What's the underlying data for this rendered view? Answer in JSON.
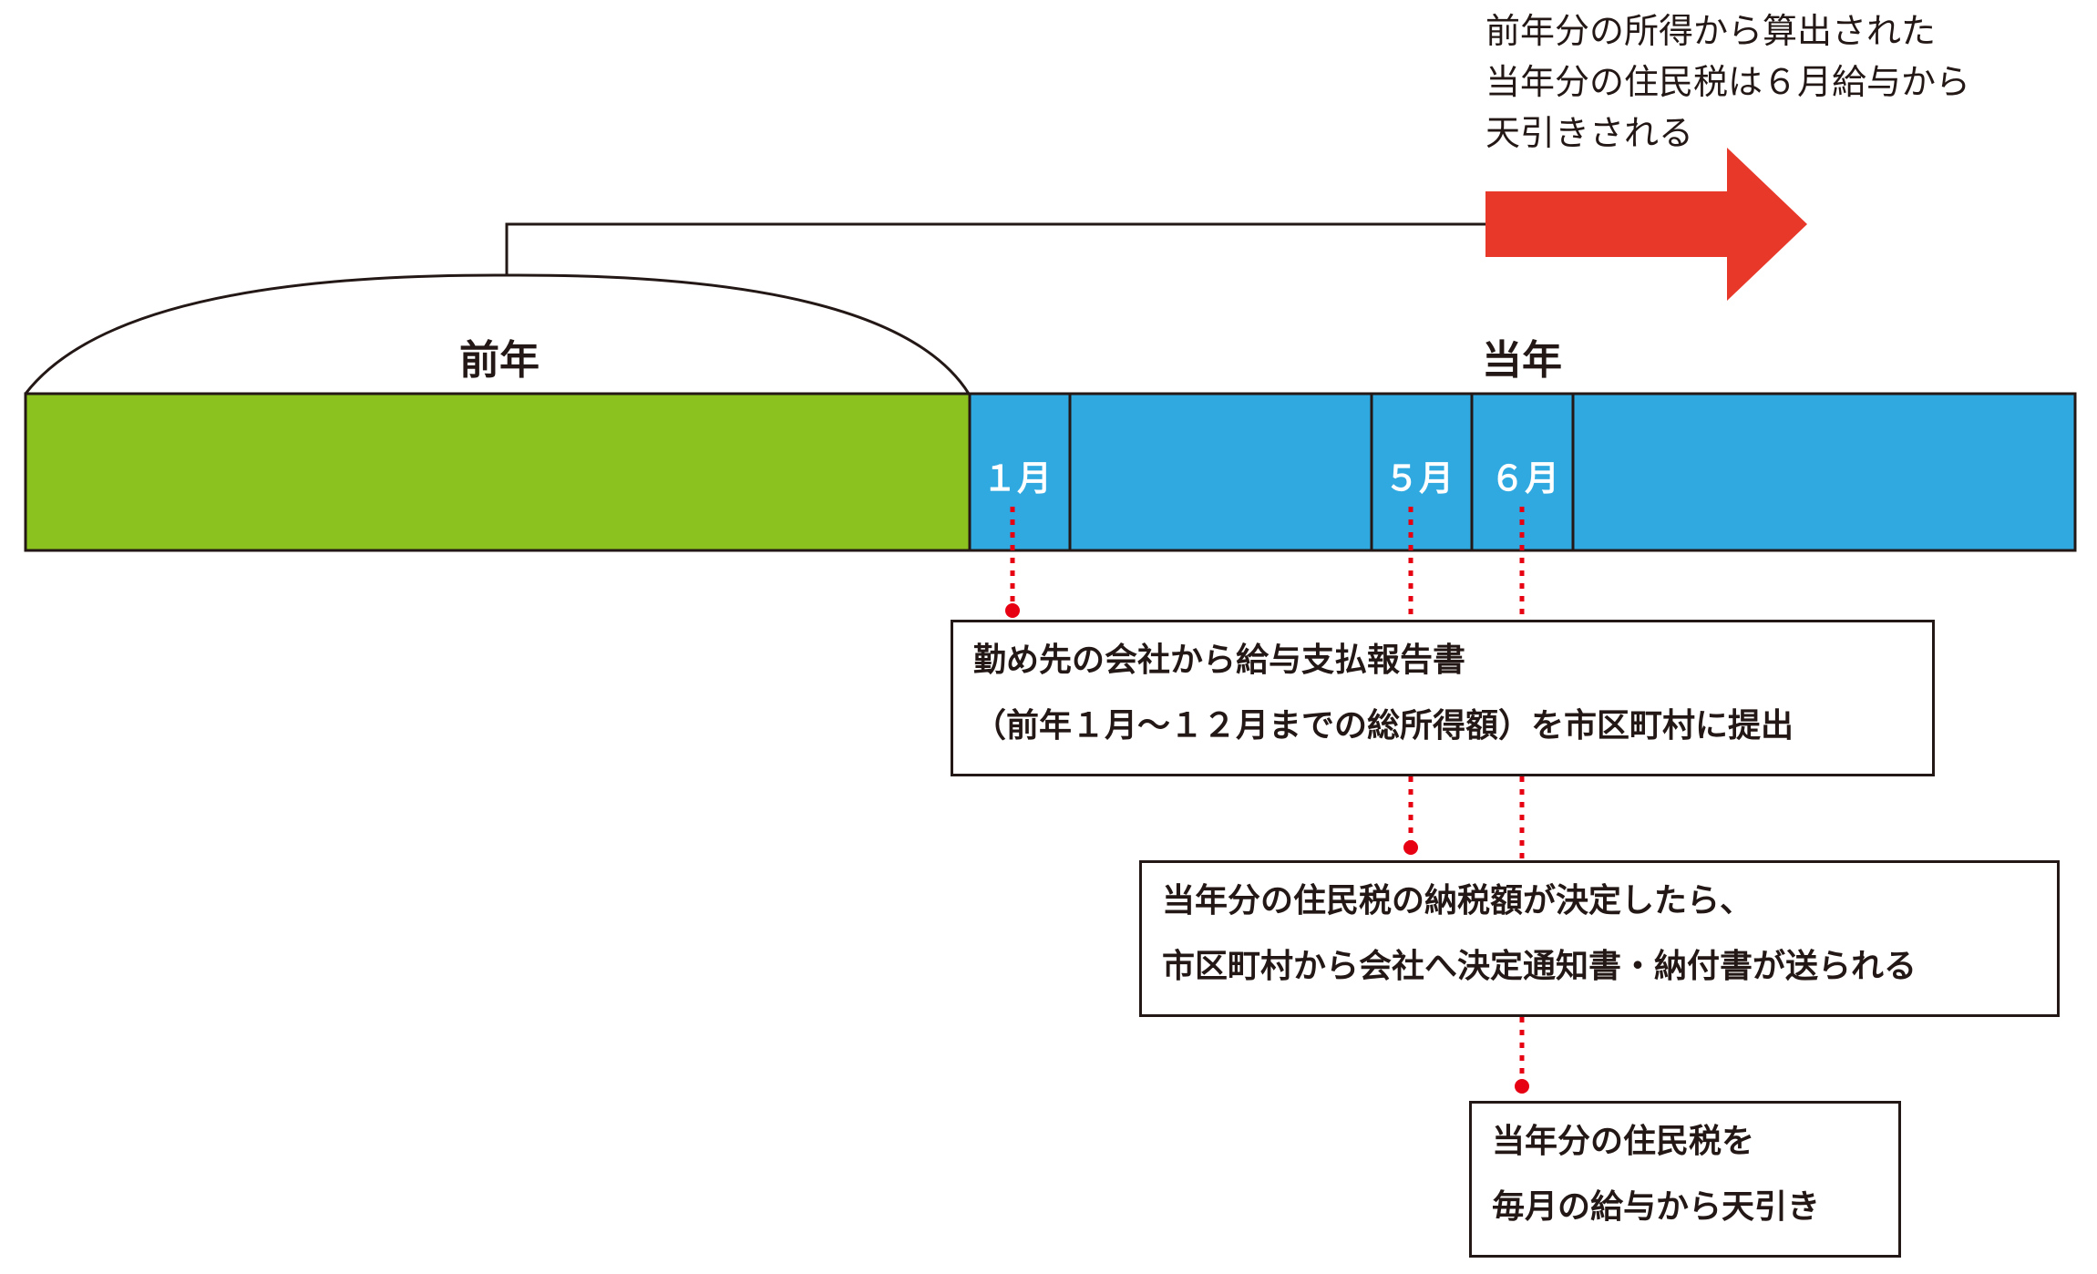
{
  "top_note": {
    "lines": [
      "前年分の所得から算出された",
      "当年分の住民税は６月給与から",
      "天引きされる"
    ]
  },
  "timeline": {
    "previous_year_label": "前年",
    "current_year_label": "当年",
    "months": [
      "１月",
      "５月",
      "６月"
    ]
  },
  "notes": [
    {
      "lines": [
        "勤め先の会社から給与支払報告書",
        "（前年１月〜１２月までの総所得額）を市区町村に提出"
      ]
    },
    {
      "lines": [
        "当年分の住民税の納税額が決定したら、",
        "市区町村から会社へ決定通知書・納付書が送られる"
      ]
    },
    {
      "lines": [
        "当年分の住民税を",
        "毎月の給与から天引き"
      ]
    }
  ],
  "colors": {
    "previous_year_fill": "#8cc21f",
    "current_year_fill": "#30a8e0",
    "arrow": "#e8382a",
    "connector": "#e60012",
    "outline": "#231815"
  }
}
